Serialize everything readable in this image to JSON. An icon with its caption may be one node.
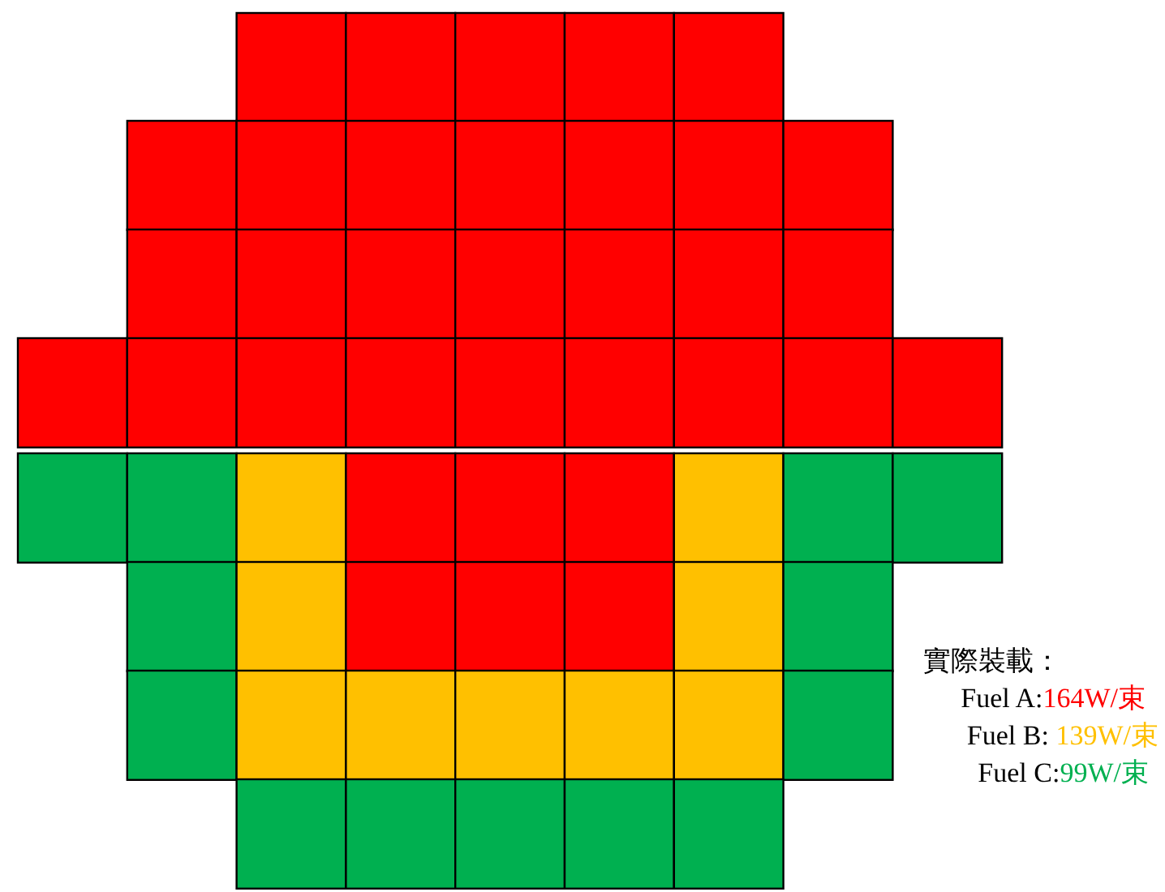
{
  "diagram": {
    "labels": [
      "實際裝載："
    ],
    "legend": [
      {
        "text": "Fuel A:164W/束",
        "color": "#ff0000"
      },
      {
        "text": "Fuel B: 139W/束",
        "color": "#ffc000"
      },
      {
        "text": "Fuel C:99W/束",
        "color": "#00b050"
      }
    ]
  }
}
